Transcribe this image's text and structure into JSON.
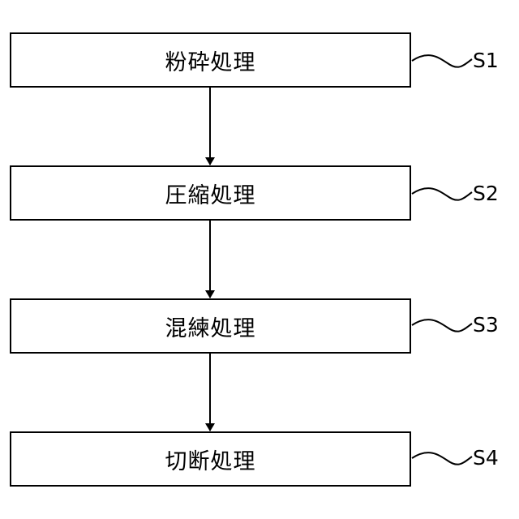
{
  "steps": [
    {
      "text": "粉砕処理",
      "label": "S1"
    },
    {
      "text": "圧縮処理",
      "label": "S2"
    },
    {
      "text": "混練処理",
      "label": "S3"
    },
    {
      "text": "切断処理",
      "label": "S4"
    }
  ],
  "colors": {
    "line": "#000000",
    "box_border": "#000000",
    "background": "#ffffff"
  }
}
